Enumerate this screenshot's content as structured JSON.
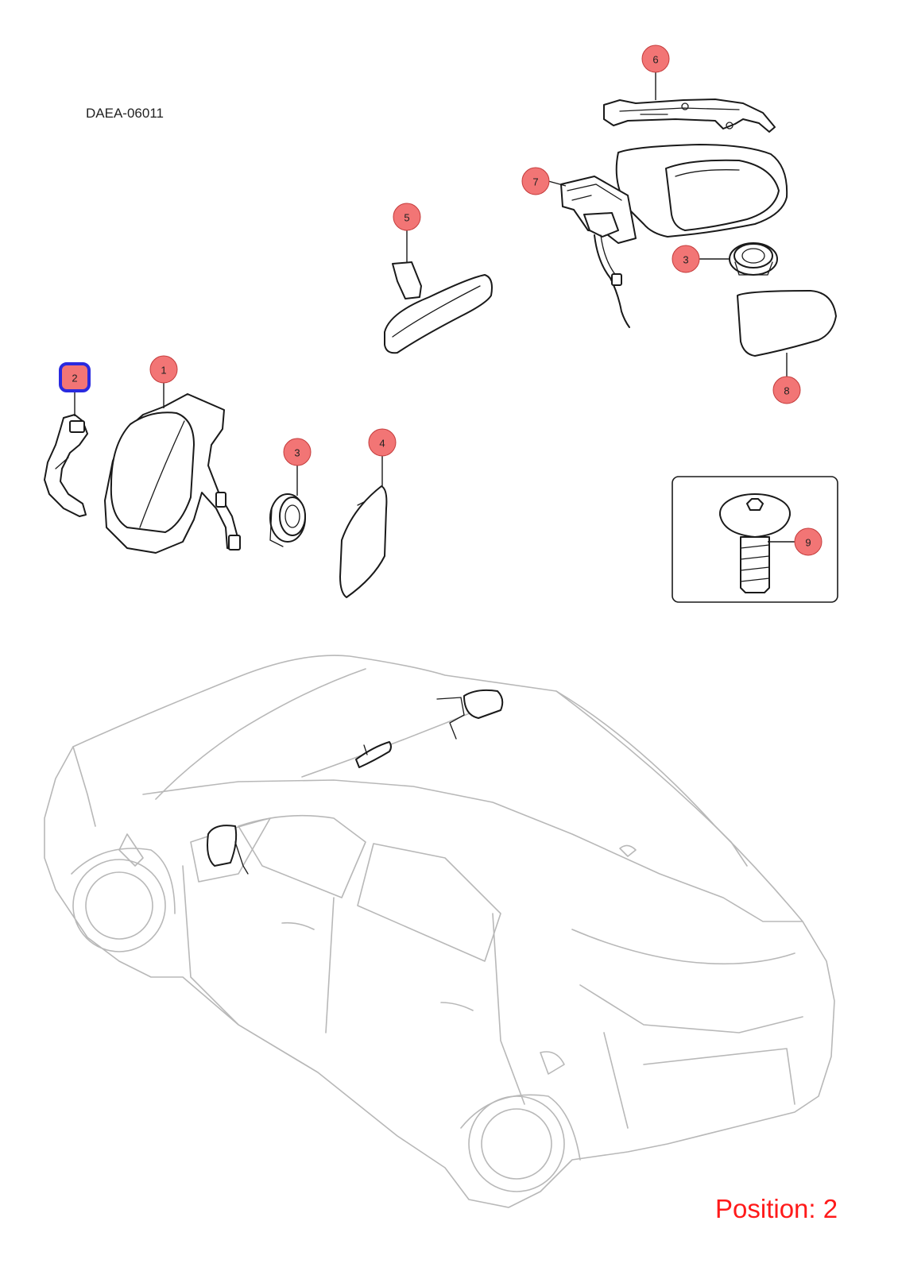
{
  "diagram_code": "DAEA-06011",
  "position_label": "Position: 2",
  "selected_callout": "2",
  "colors": {
    "callout_fill": "#f27575",
    "selected_outline": "#2a2adf",
    "position_text": "#ff1a1a",
    "car_outline": "#b8b8b8"
  },
  "callouts": [
    {
      "id": "callout-1",
      "label": "1"
    },
    {
      "id": "callout-2",
      "label": "2"
    },
    {
      "id": "callout-3-left",
      "label": "3"
    },
    {
      "id": "callout-4",
      "label": "4"
    },
    {
      "id": "callout-5",
      "label": "5"
    },
    {
      "id": "callout-6",
      "label": "6"
    },
    {
      "id": "callout-7",
      "label": "7"
    },
    {
      "id": "callout-3-right",
      "label": "3"
    },
    {
      "id": "callout-8",
      "label": "8"
    },
    {
      "id": "callout-9",
      "label": "9"
    }
  ]
}
